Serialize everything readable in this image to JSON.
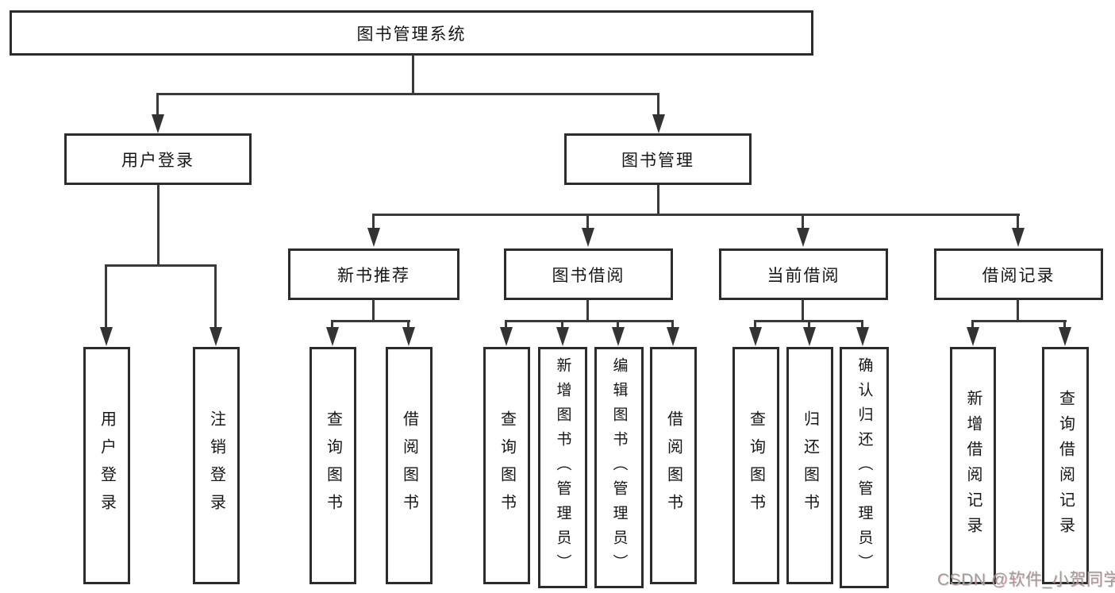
{
  "diagram": {
    "root": {
      "label": "图书管理系统"
    },
    "level2": [
      {
        "label": "用户登录"
      },
      {
        "label": "图书管理"
      }
    ],
    "level3": [
      {
        "label": "新书推荐"
      },
      {
        "label": "图书借阅"
      },
      {
        "label": "当前借阅"
      },
      {
        "label": "借阅记录"
      }
    ],
    "leaves": [
      {
        "label": "用户登录"
      },
      {
        "label": "注销登录"
      },
      {
        "label": "查询图书"
      },
      {
        "label": "借阅图书"
      },
      {
        "label": "查询图书"
      },
      {
        "label": "新增图书（管理员）"
      },
      {
        "label": "编辑图书（管理员）"
      },
      {
        "label": "借阅图书"
      },
      {
        "label": "查询图书"
      },
      {
        "label": "归还图书"
      },
      {
        "label": "确认归还（管理员）"
      },
      {
        "label": "新增借阅记录"
      },
      {
        "label": "查询借阅记录"
      }
    ]
  },
  "watermark": {
    "text": "CSDN @软件_小贺同学"
  },
  "colors": {
    "line": "#3a3a3a",
    "border": "#2c2c2c",
    "text": "#161616",
    "watermark": "#9c9c9c"
  }
}
